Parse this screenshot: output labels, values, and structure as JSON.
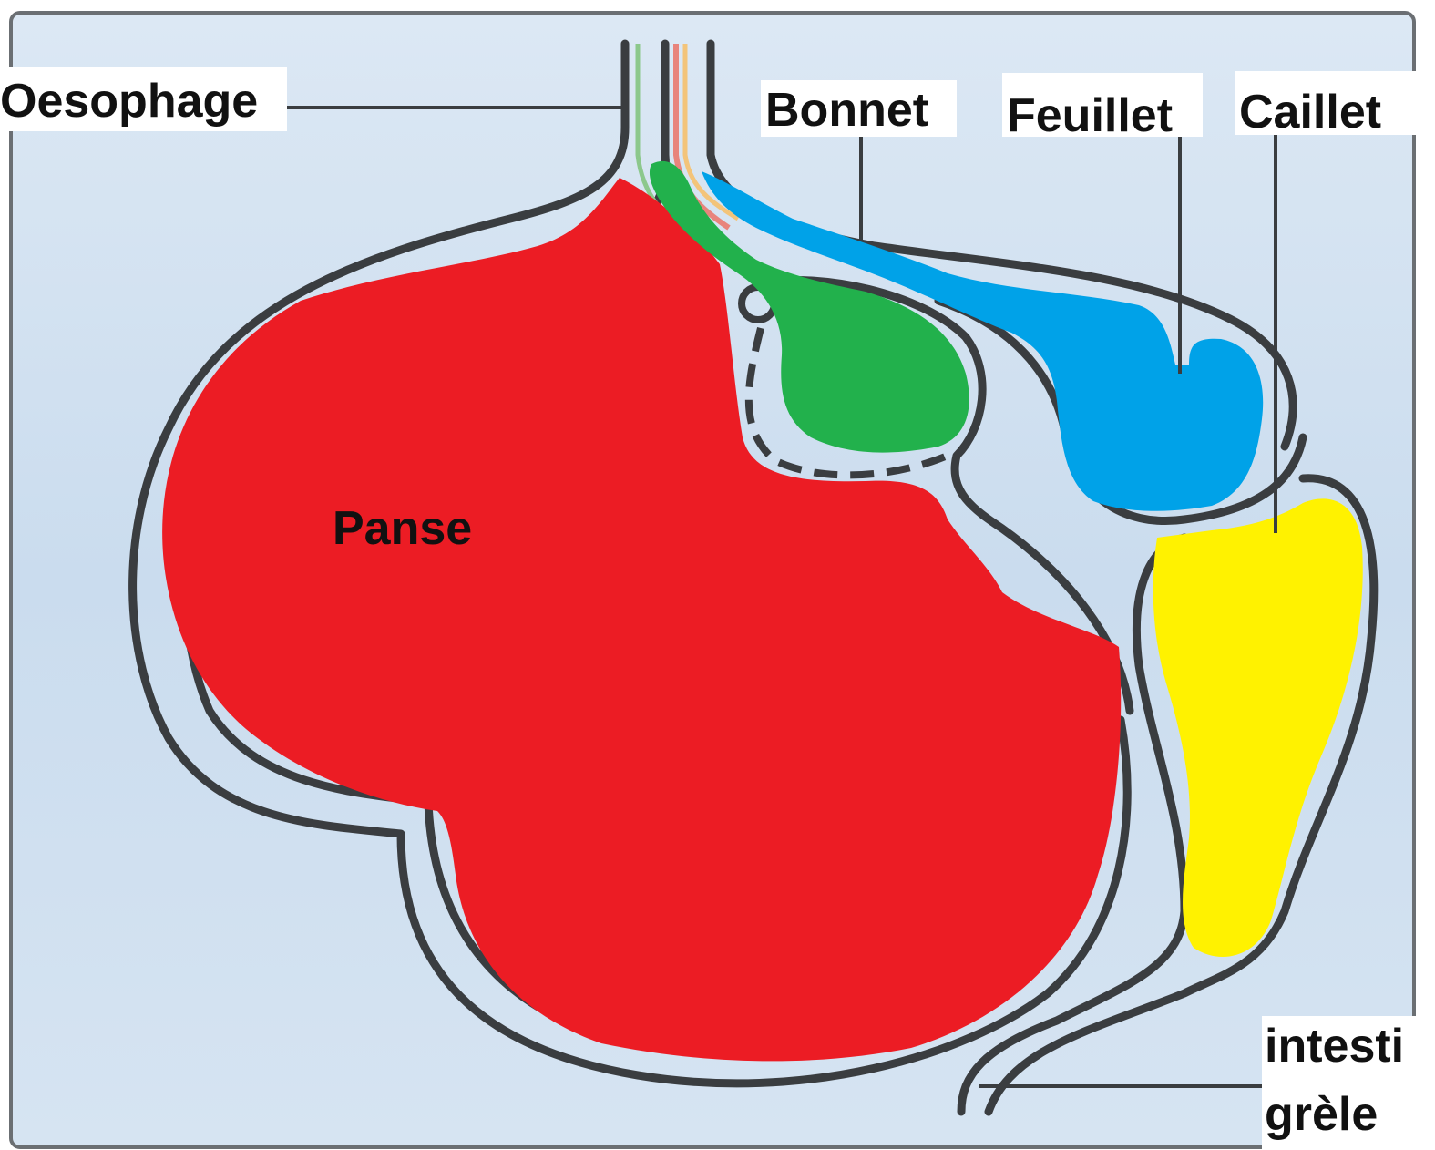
{
  "labels": {
    "oesophage": "Oesophage",
    "bonnet": "Bonnet",
    "feuillet": "Feuillet",
    "caillette": "Caillet",
    "panse": "Panse",
    "intestin_line1": "intesti",
    "intestin_line2": "grèle"
  },
  "colors": {
    "background": "#cfe0f0",
    "panse": "#ec1c24",
    "bonnet": "#22b14c",
    "feuillet": "#00a2e8",
    "caillette": "#fff200",
    "outline": "#3a3d40"
  }
}
